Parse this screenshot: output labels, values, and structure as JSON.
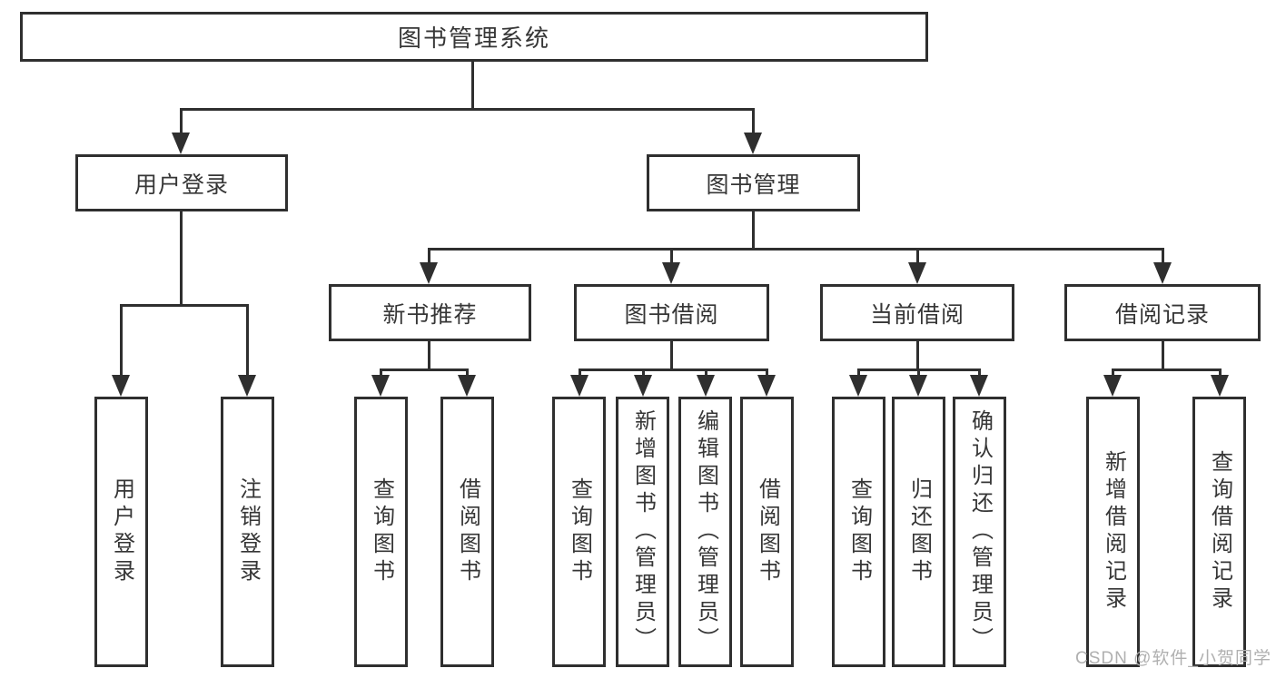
{
  "diagram": {
    "root": {
      "label": "图书管理系统"
    },
    "level2": [
      {
        "label": "用户登录"
      },
      {
        "label": "图书管理"
      }
    ],
    "level3": [
      {
        "label": "新书推荐"
      },
      {
        "label": "图书借阅"
      },
      {
        "label": "当前借阅"
      },
      {
        "label": "借阅记录"
      }
    ],
    "leaves": {
      "user_login": [
        "用户登录",
        "注销登录"
      ],
      "new_books": [
        "查询图书",
        "借阅图书"
      ],
      "book_borrow": [
        "查询图书",
        "新增图书（管理员）",
        "编辑图书（管理员）",
        "借阅图书"
      ],
      "current_borrow": [
        "查询图书",
        "归还图书",
        "确认归还（管理员）"
      ],
      "borrow_records": [
        "新增借阅记录",
        "查询借阅记录"
      ]
    }
  },
  "watermark": {
    "text": "CSDN @软件_小贺同学"
  },
  "colors": {
    "line": "#2f2f2f",
    "text": "#363636",
    "wm": "#b0b0b0"
  }
}
